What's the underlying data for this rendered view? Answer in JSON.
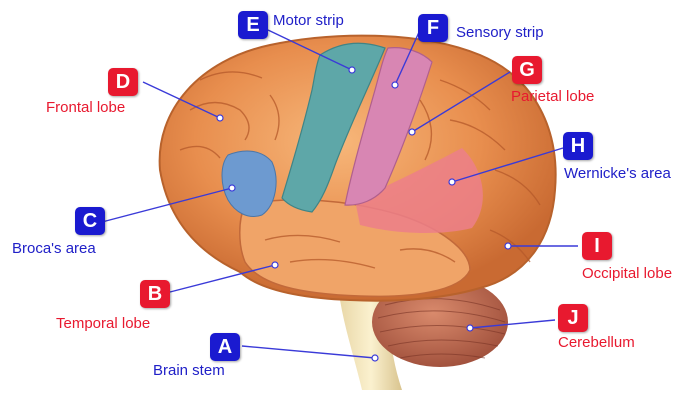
{
  "colors": {
    "red_badge": "#e8192f",
    "blue_badge": "#1a1ad0",
    "red_text": "#e8192f",
    "blue_text": "#2020c8",
    "leader_line": "#3a3ad8"
  },
  "labels": {
    "A": {
      "letter": "A",
      "text": "Brain stem",
      "color": "blue"
    },
    "B": {
      "letter": "B",
      "text": "Temporal lobe",
      "color": "red"
    },
    "C": {
      "letter": "C",
      "text": "Broca's area",
      "color": "blue"
    },
    "D": {
      "letter": "D",
      "text": "Frontal lobe",
      "color": "red"
    },
    "E": {
      "letter": "E",
      "text": "Motor strip",
      "color": "blue"
    },
    "F": {
      "letter": "F",
      "text": "Sensory strip",
      "color": "blue"
    },
    "G": {
      "letter": "G",
      "text": "Parietal lobe",
      "color": "red"
    },
    "H": {
      "letter": "H",
      "text": "Wernicke's area",
      "color": "blue"
    },
    "I": {
      "letter": "I",
      "text": "Occipital lobe",
      "color": "red"
    },
    "J": {
      "letter": "J",
      "text": "Cerebellum",
      "color": "red"
    }
  }
}
